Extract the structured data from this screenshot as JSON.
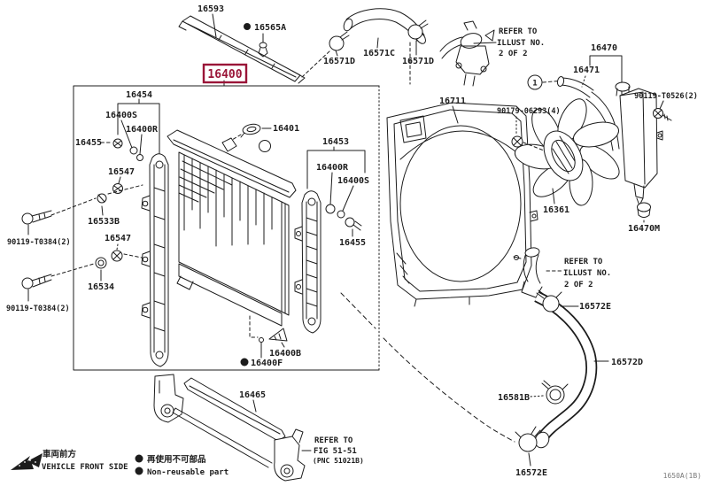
{
  "colors": {
    "ink": "#1c1c1c",
    "highlight": "#9a1538",
    "code_text": "#7a7a7a",
    "background": "#ffffff"
  },
  "parts": {
    "p16593": "16593",
    "p16565a": "16565A",
    "p16400": "16400",
    "p16571d": "16571D",
    "p16571c": "16571C",
    "p16711": "16711",
    "p16470": "16470",
    "p16471": "16471",
    "p16470m": "16470M",
    "p16361": "16361",
    "p90119_t0526": "90119-T0526(2)",
    "p90179_06293": "90179-06293(4)",
    "p16454": "16454",
    "p16400s": "16400S",
    "p16400r": "16400R",
    "p16455": "16455",
    "p16547": "16547",
    "p16533b": "16533B",
    "p16534": "16534",
    "p90119_t0384": "90119-T0384(2)",
    "p16401": "16401",
    "p16453": "16453",
    "p16400b": "16400B",
    "p16400f": "16400F",
    "p16465": "16465",
    "p16572e": "16572E",
    "p16572d": "16572D",
    "p16581b": "16581B",
    "circled_ref": "1"
  },
  "notes": {
    "refer_illust": {
      "l1": "REFER TO",
      "l2": "ILLUST NO.",
      "l3": "2 OF 2"
    },
    "refer_fig": {
      "l1": "REFER TO",
      "l2": "FIG 51-51",
      "l3": "(PNC 51021B)"
    },
    "front": {
      "jp": "車両前方",
      "en": "VEHICLE FRONT SIDE"
    },
    "legend": {
      "jp": "再使用不可部品",
      "en": "Non-reusable part"
    }
  },
  "footer": {
    "drawing_no": "1650A(1B)"
  }
}
